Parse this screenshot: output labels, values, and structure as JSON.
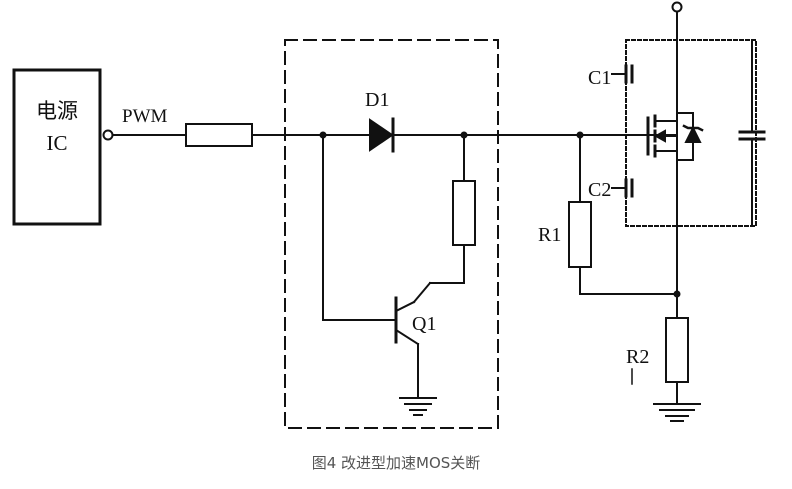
{
  "labels": {
    "power_ic_line1": "电源",
    "power_ic_line2": "IC",
    "pwm": "PWM",
    "d1": "D1",
    "q1": "Q1",
    "c1": "C1",
    "c2": "C2",
    "r1": "R1",
    "r2": "R2"
  },
  "caption": "图4 改进型加速MOS关断",
  "colors": {
    "line": "#111111",
    "caption": "#555555",
    "background": "#ffffff"
  }
}
